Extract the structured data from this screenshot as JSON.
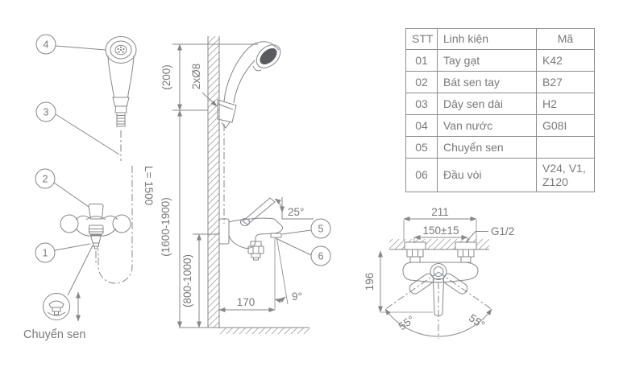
{
  "colors": {
    "line": "#85878a",
    "text": "#77797c",
    "dark_face": "#595b5e"
  },
  "parts_table": {
    "headers": {
      "stt": "STT",
      "part": "Linh kiện",
      "code": "Mã"
    },
    "rows": [
      {
        "stt": "01",
        "part": "Tay gạt",
        "code": "K42"
      },
      {
        "stt": "02",
        "part": "Bát sen tay",
        "code": "B27"
      },
      {
        "stt": "03",
        "part": "Dây sen dài",
        "code": "H2"
      },
      {
        "stt": "04",
        "part": "Van nước",
        "code": "G08I"
      },
      {
        "stt": "05",
        "part": "Chuyển sen",
        "code": ""
      },
      {
        "stt": "06",
        "part": "Đầu vòi",
        "code": "V24, V1, Z120"
      }
    ]
  },
  "exploded_view": {
    "callout_1": "1",
    "callout_2": "2",
    "callout_3": "3",
    "callout_4": "4",
    "hose_length": "L= 1500",
    "diverter_label": "Chuyển sen"
  },
  "installation_view": {
    "dim_top_offset": "(200)",
    "anchor_note": "2xØ8",
    "dim_shower_height": "(1600-1900)",
    "dim_mixer_height": "(800-1000)",
    "dim_spout_reach": "170",
    "handle_angle": "25°",
    "spout_angle": "9°",
    "callout_5": "5",
    "callout_6": "6"
  },
  "front_view": {
    "dim_overall_width": "211",
    "dim_hole_centers": "150±15",
    "thread_size": "G1/2",
    "dim_body_height": "196",
    "swing_angle_left": "55°",
    "swing_angle_right": "55°"
  }
}
